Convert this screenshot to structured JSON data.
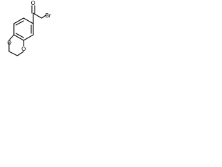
{
  "molecule": {
    "atoms": {
      "oxygen_carbonyl": "O",
      "bromine": "Br",
      "oxygen_ring_top": "O",
      "oxygen_ring_bottom": "O"
    }
  },
  "colors": {
    "bond": "#000000",
    "text": "#000000",
    "background": "#ffffff"
  }
}
